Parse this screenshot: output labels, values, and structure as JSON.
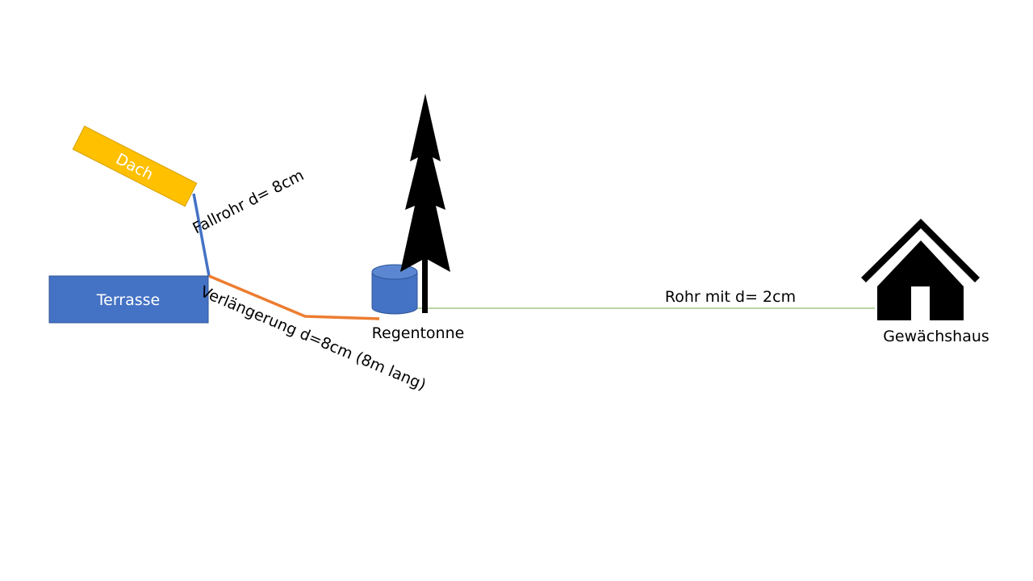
{
  "labels": {
    "roof": "Dach",
    "downpipe": "Fallrohr d= 8cm",
    "terrace": "Terrasse",
    "extension": "Verlängerung d=8cm (8m lang)",
    "rain_barrel": "Regentonne",
    "pipe": "Rohr mit d= 2cm",
    "greenhouse": "Gewächshaus"
  },
  "colors": {
    "roof": "#ffc000",
    "roof_stroke": "#d4a000",
    "roof_text": "#ffffff",
    "terrace": "#4472c4",
    "terrace_stroke": "#2f5597",
    "terrace_text": "#ffffff",
    "downpipe": "#4472c4",
    "extension": "#ed7d31",
    "barrel": "#4472c4",
    "barrel_stroke": "#2f5597",
    "pipe": "#70ad47",
    "tree": "#000000",
    "house": "#000000"
  },
  "icons": {
    "tree": "tree-icon",
    "house": "house-icon",
    "barrel": "barrel-icon"
  }
}
